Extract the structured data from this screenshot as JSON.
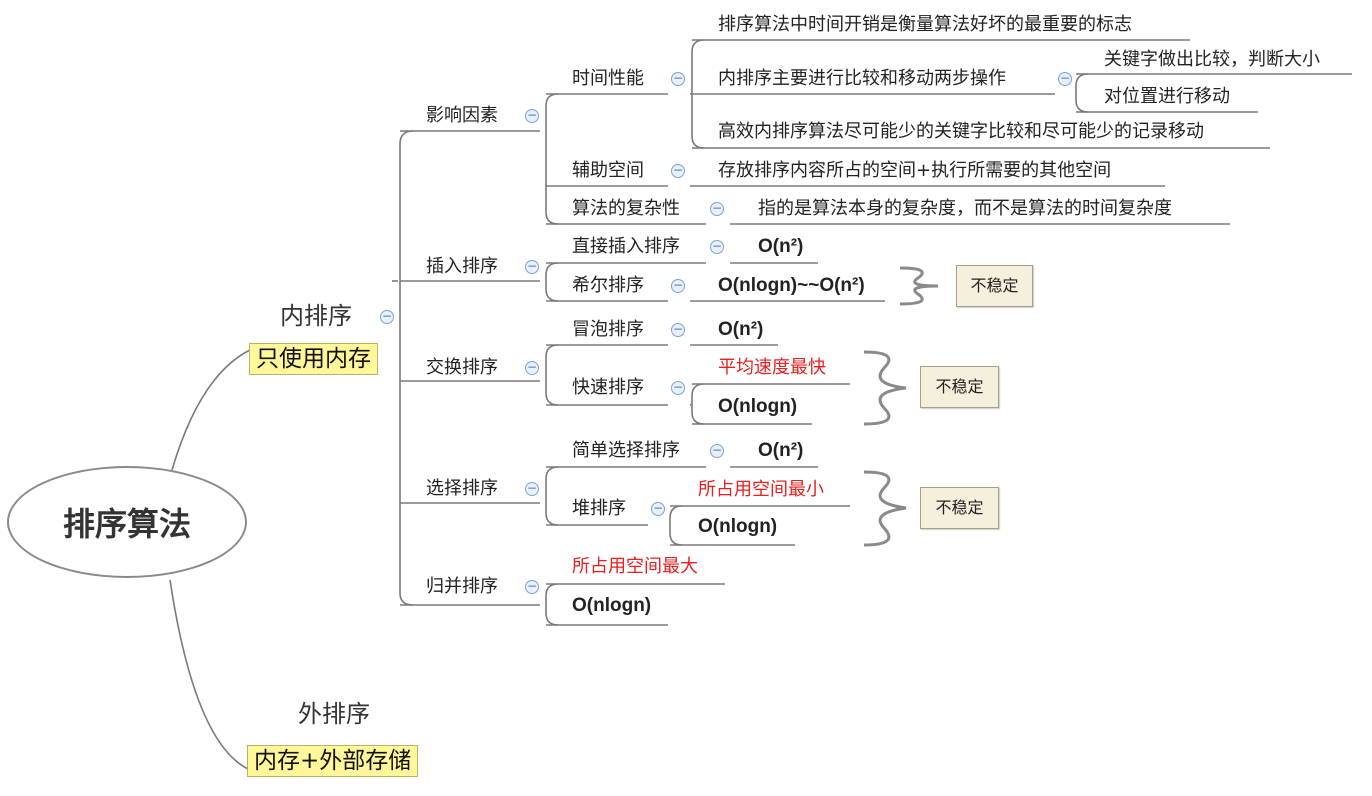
{
  "root": "排序算法",
  "internal": {
    "label": "内排序",
    "note": "只使用内存",
    "factors": {
      "label": "影响因素",
      "time": {
        "label": "时间性能",
        "items": [
          "排序算法中时间开销是衡量算法好坏的最重要的标志",
          "内排序主要进行比较和移动两步操作",
          "高效内排序算法尽可能少的关键字比较和尽可能少的记录移动"
        ],
        "sub": [
          "关键字做出比较，判断大小",
          "对位置进行移动"
        ]
      },
      "space": {
        "label": "辅助空间",
        "item": "存放排序内容所占的空间+执行所需要的其他空间"
      },
      "complexity": {
        "label": "算法的复杂性",
        "item": "指的是算法本身的复杂度，而不是算法的时间复杂度"
      }
    },
    "insertion": {
      "label": "插入排序",
      "direct": {
        "label": "直接插入排序",
        "cx": "O(n²)"
      },
      "shell": {
        "label": "希尔排序",
        "cx": "O(nlogn)~~O(n²)",
        "stability": "不稳定"
      }
    },
    "exchange": {
      "label": "交换排序",
      "bubble": {
        "label": "冒泡排序",
        "cx": "O(n²)"
      },
      "quick": {
        "label": "快速排序",
        "note": "平均速度最快",
        "cx": "O(nlogn)",
        "stability": "不稳定"
      }
    },
    "selection": {
      "label": "选择排序",
      "simple": {
        "label": "简单选择排序",
        "cx": "O(n²)"
      },
      "heap": {
        "label": "堆排序",
        "note": "所占用空间最小",
        "cx": "O(nlogn)",
        "stability": "不稳定"
      }
    },
    "merge": {
      "label": "归并排序",
      "note": "所占用空间最大",
      "cx": "O(nlogn)"
    }
  },
  "external": {
    "label": "外排序",
    "note": "内存+外部存储"
  },
  "colors": {
    "line": "#7a7a7a",
    "note_bg": "#fff799",
    "box_bg": "#f5f0dc",
    "red": "#e8201f"
  }
}
